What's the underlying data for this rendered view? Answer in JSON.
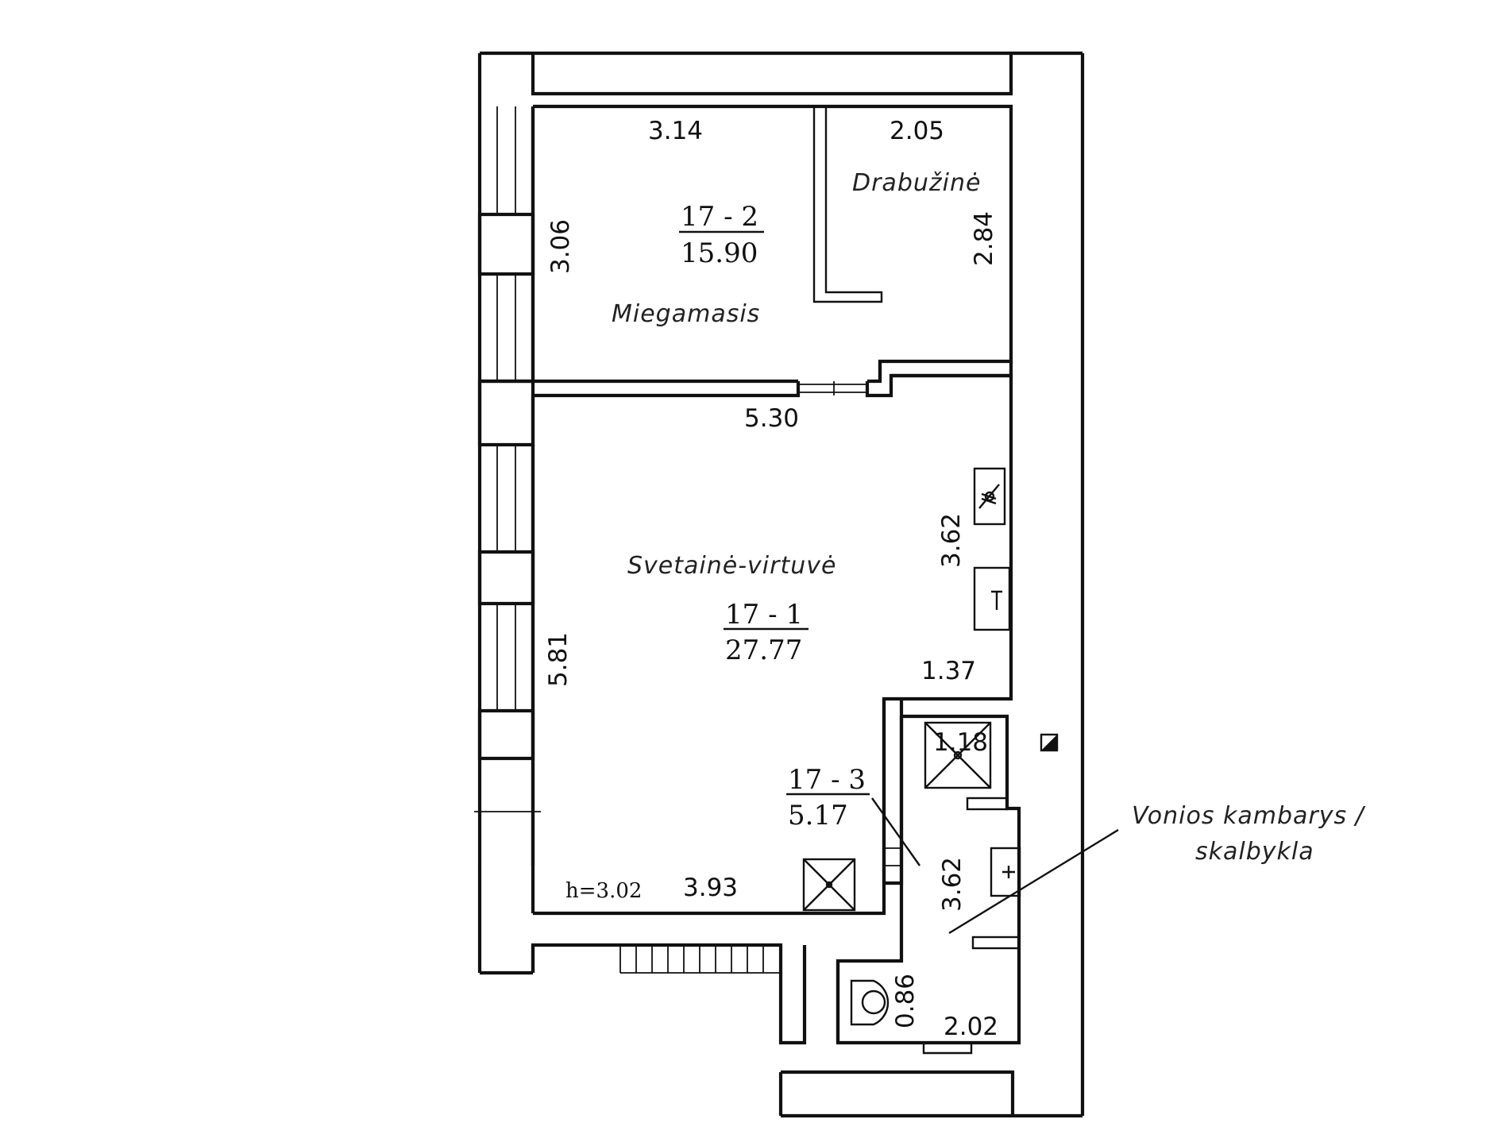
{
  "rooms": {
    "bedroom": {
      "name": "Miegamasis",
      "number": "17 - 2",
      "area": "15.90"
    },
    "wardrobe": {
      "name": "Drabužinė"
    },
    "living": {
      "name": "Svetainė-virtuvė",
      "number": "17 - 1",
      "area": "27.77"
    },
    "bath": {
      "number": "17 - 3",
      "area": "5.17",
      "name_line1": "Vonios kambarys /",
      "name_line2": "skalbykla"
    }
  },
  "dimensions": {
    "bedroom_width": "3.14",
    "wardrobe_width": "2.05",
    "bedroom_height": "3.06",
    "wardrobe_height": "2.84",
    "living_top": "5.30",
    "kitchen_height": "3.62",
    "living_height": "5.81",
    "kitchen_step": "1.37",
    "shower": "1.18",
    "bath_height": "3.62",
    "living_bottom": "3.93",
    "wc_depth": "0.86",
    "bath_width": "2.02"
  },
  "ceiling_height": "h=3.02"
}
